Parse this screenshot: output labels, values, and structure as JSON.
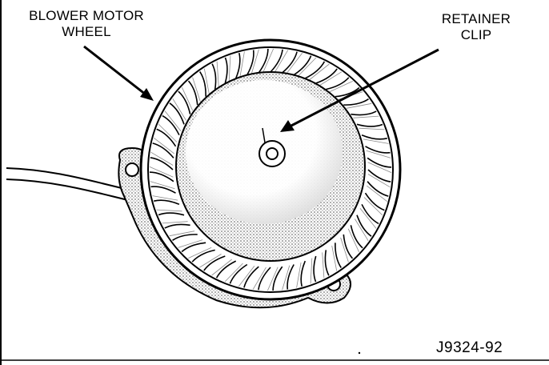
{
  "labels": {
    "blower_motor_wheel": [
      "BLOWER MOTOR",
      "WHEEL"
    ],
    "retainer_clip": [
      "RETAINER",
      "CLIP"
    ]
  },
  "figure_id": "J9324-92",
  "colors": {
    "ink": "#000000",
    "paper": "#ffffff",
    "shade": "#bdbdbd"
  }
}
